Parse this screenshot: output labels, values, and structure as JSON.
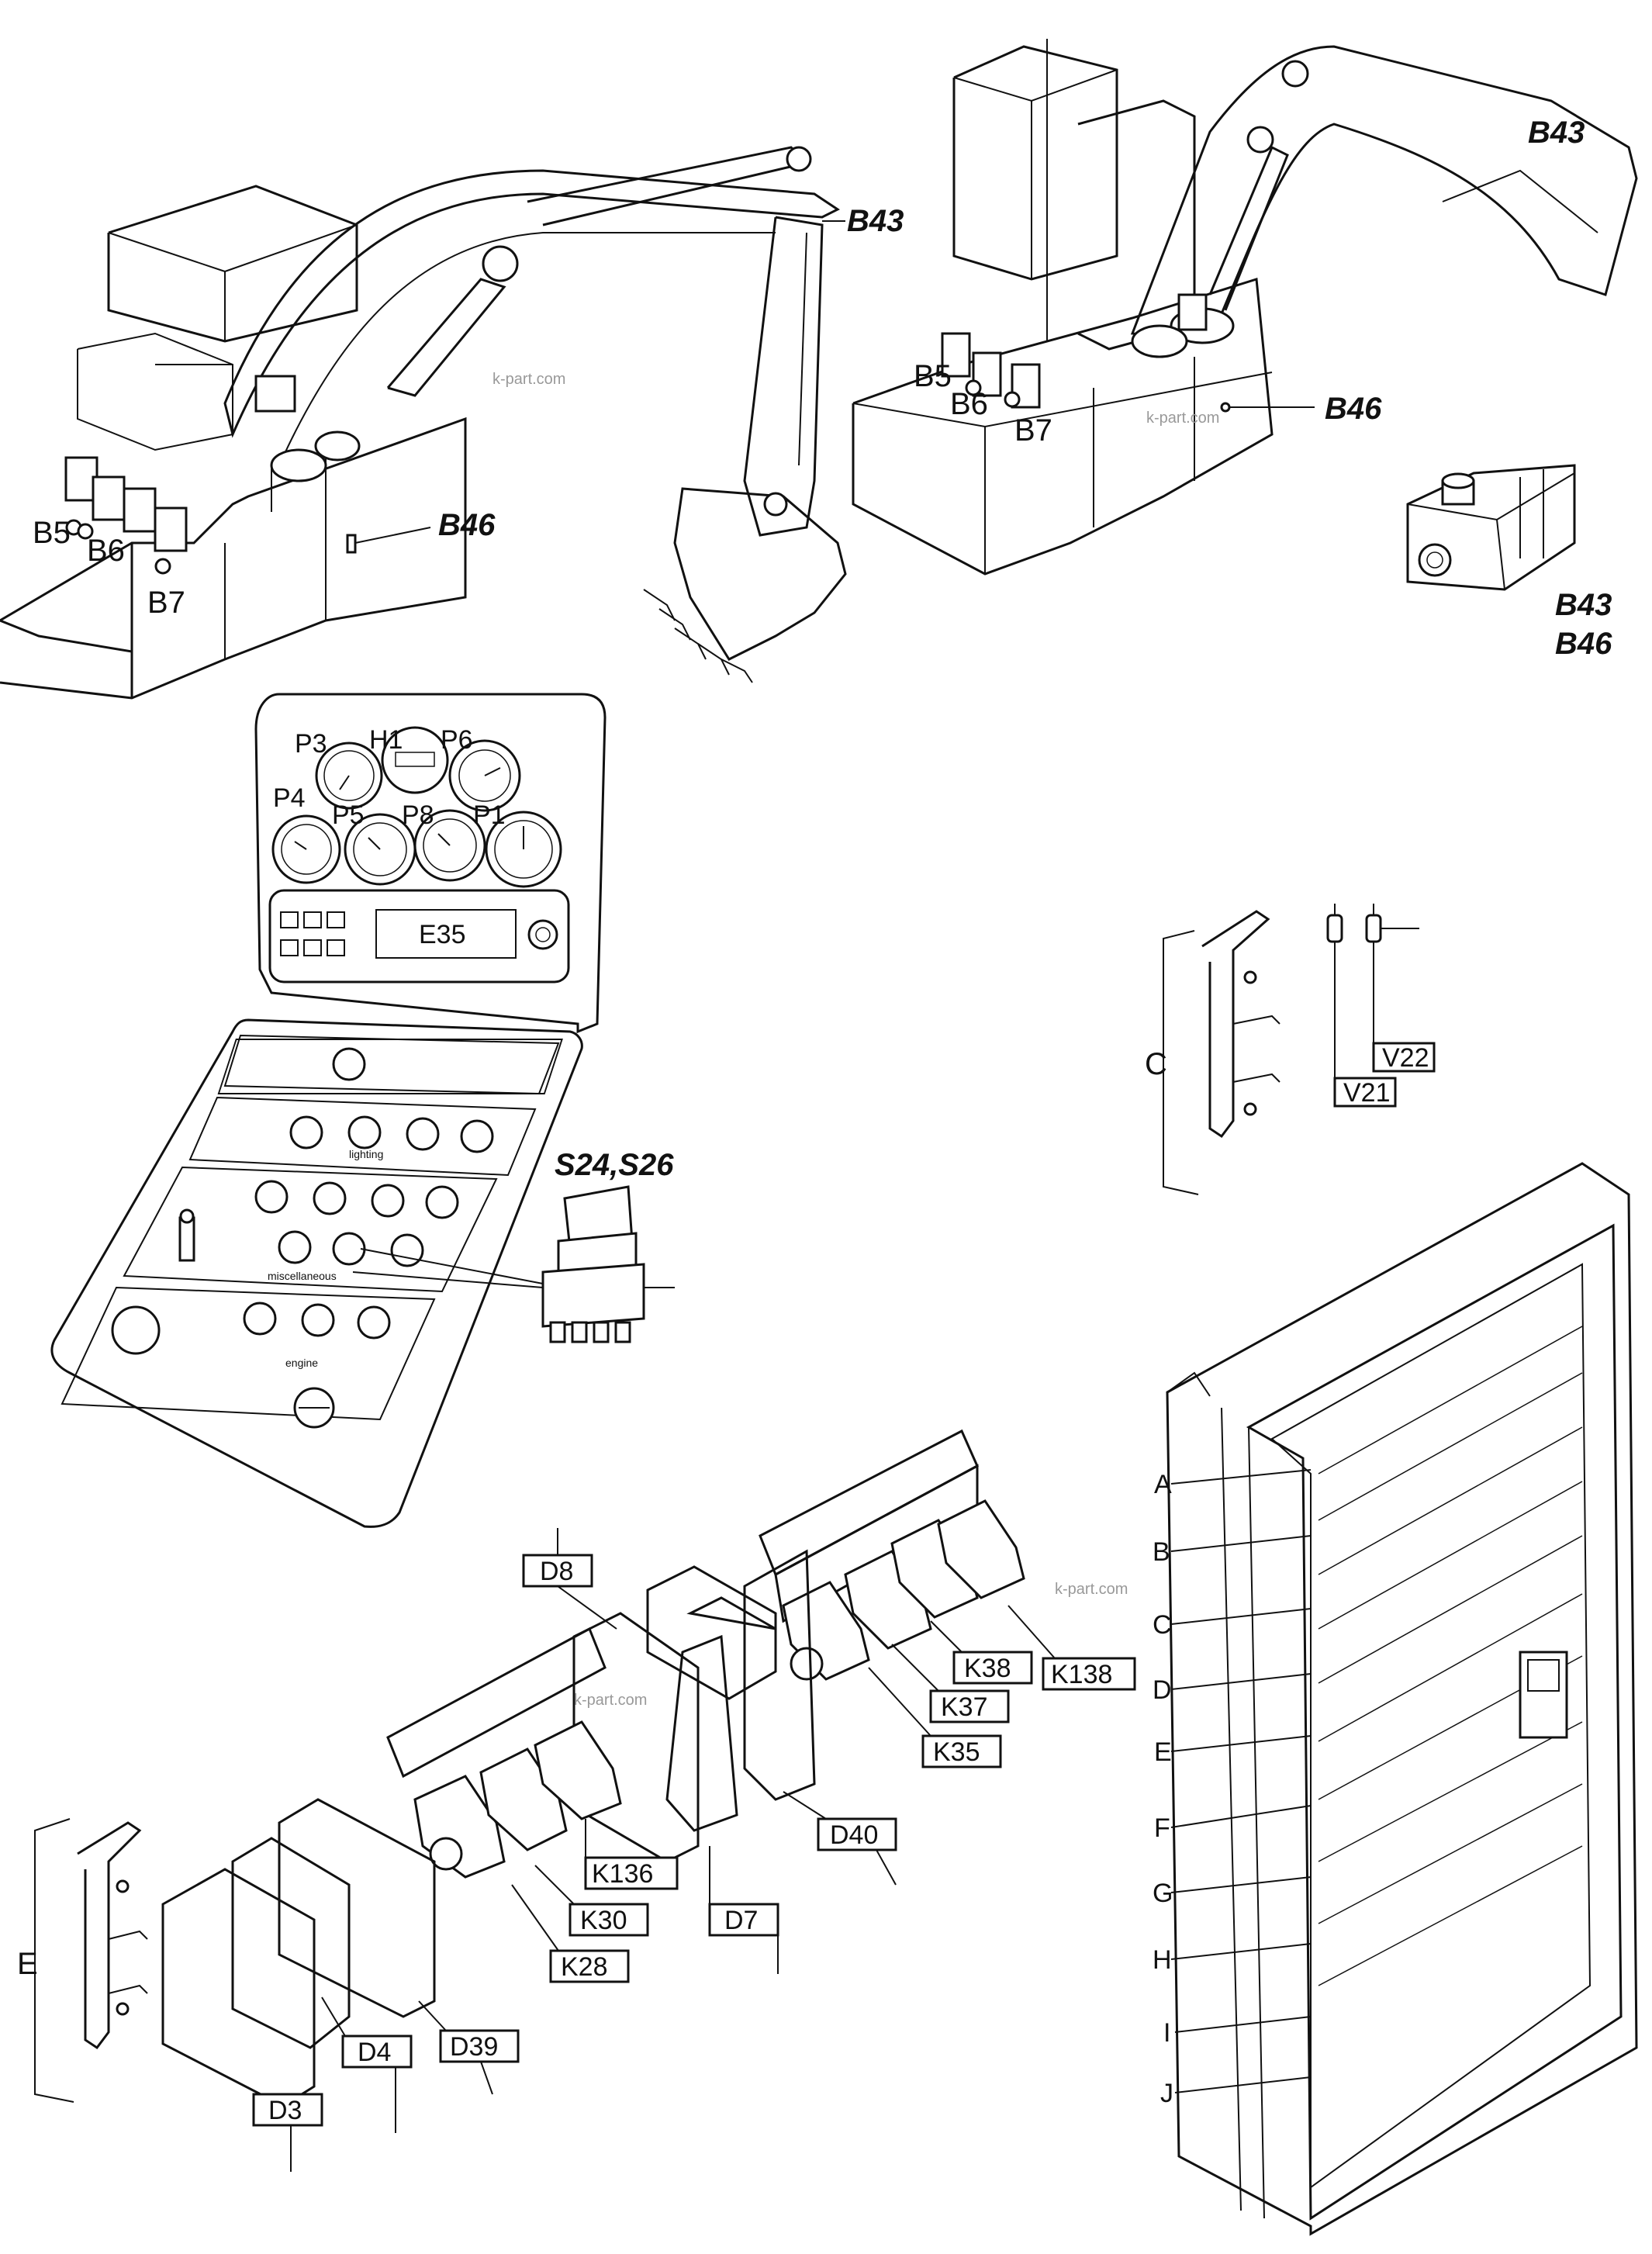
{
  "excavator_left": {
    "labels": [
      "B43",
      "B46",
      "B5",
      "B6",
      "B7"
    ]
  },
  "excavator_right": {
    "labels": [
      "B43",
      "B46",
      "B5",
      "B6",
      "B7"
    ]
  },
  "sensor_detail": {
    "labels": [
      "B43",
      "B46"
    ]
  },
  "instrument_panel": {
    "gauges": [
      "P3",
      "H1",
      "P6",
      "P4",
      "P5",
      "P8",
      "P1"
    ],
    "display": "E35",
    "section_labels": [
      "lighting",
      "miscellaneous",
      "engine"
    ]
  },
  "switch_detail": {
    "label": "S24,S26"
  },
  "diode_detail": {
    "bracket": "C",
    "items": [
      "V22",
      "V21"
    ]
  },
  "cabinet": {
    "rows": [
      "A",
      "B",
      "C",
      "D",
      "E",
      "F",
      "G",
      "H",
      "I",
      "J"
    ]
  },
  "exploded_modules": {
    "boxes": [
      "D8",
      "K38",
      "K138",
      "K37",
      "K35",
      "D40",
      "D7",
      "K136",
      "K30",
      "K28",
      "D4",
      "D39",
      "D3"
    ],
    "bracket": "E"
  },
  "watermark": "k-part.com"
}
